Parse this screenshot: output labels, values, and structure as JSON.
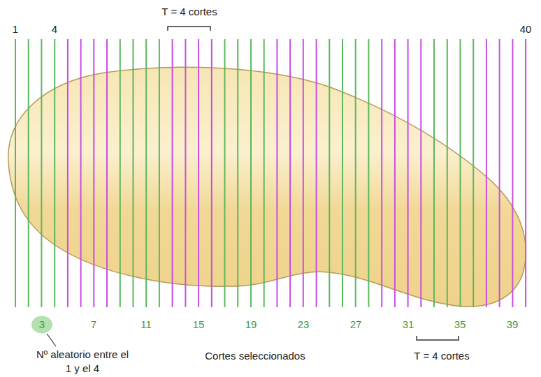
{
  "diagram": {
    "labels": [
      "T = 4 cortes",
      "1",
      "4",
      "40",
      "3",
      "7",
      "11",
      "15",
      "19",
      "23",
      "27",
      "31",
      "35",
      "39",
      "Nº aleatorio entre el 1 y el 4",
      "Cortes seleccionados",
      "T = 4 cortes"
    ]
  }
}
